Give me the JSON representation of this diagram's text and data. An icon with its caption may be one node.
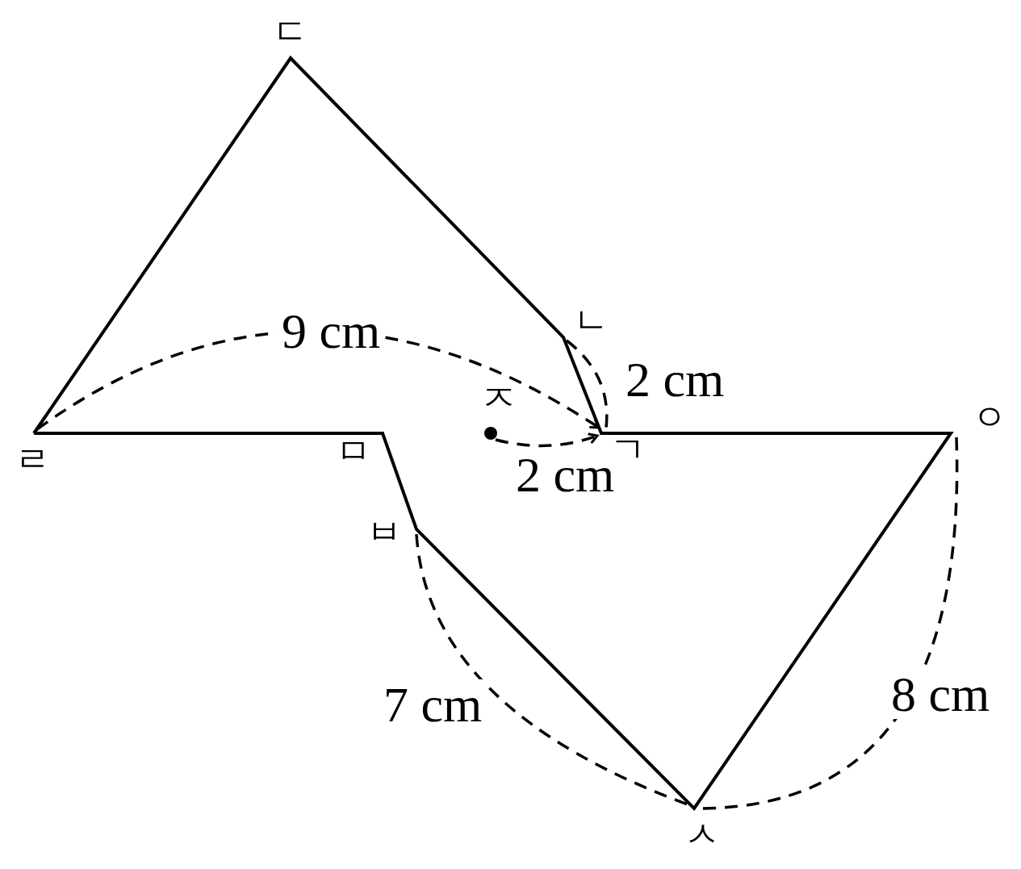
{
  "diagram": {
    "labels": [
      "ㄷ",
      "ㄴ",
      "2 cm",
      "9 cm",
      "ㅈ",
      "ㅇ",
      "ㄹ",
      "ㅁ",
      "ㄱ",
      "2 cm",
      "ㅂ",
      "7 cm",
      "8 cm",
      "ㅅ"
    ]
  }
}
